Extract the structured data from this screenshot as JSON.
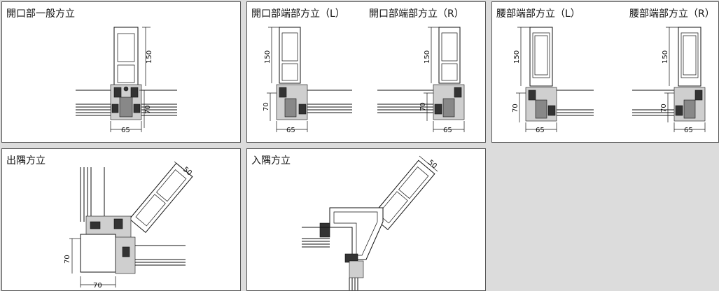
{
  "panels": {
    "p1": {
      "title": "開口部一般方立",
      "dim_height": "150",
      "dim_depth": "70",
      "dim_width": "65"
    },
    "p2": {
      "title_left": "開口部端部方立（L）",
      "title_right": "開口部端部方立（R）",
      "dim_height": "150",
      "dim_depth": "70",
      "dim_width": "65"
    },
    "p3": {
      "title_left": "腰部端部方立（L）",
      "title_right": "腰部端部方立（R）",
      "dim_height": "150",
      "dim_depth": "70",
      "dim_width": "65"
    },
    "p4": {
      "title": "出隅方立",
      "dim_diag": "50",
      "dim_depth": "70",
      "dim_width": "70"
    },
    "p5": {
      "title": "入隅方立",
      "dim_diag": "50"
    }
  },
  "colors": {
    "background": "#dcdcdc",
    "panel": "#ffffff",
    "line": "#111111"
  }
}
